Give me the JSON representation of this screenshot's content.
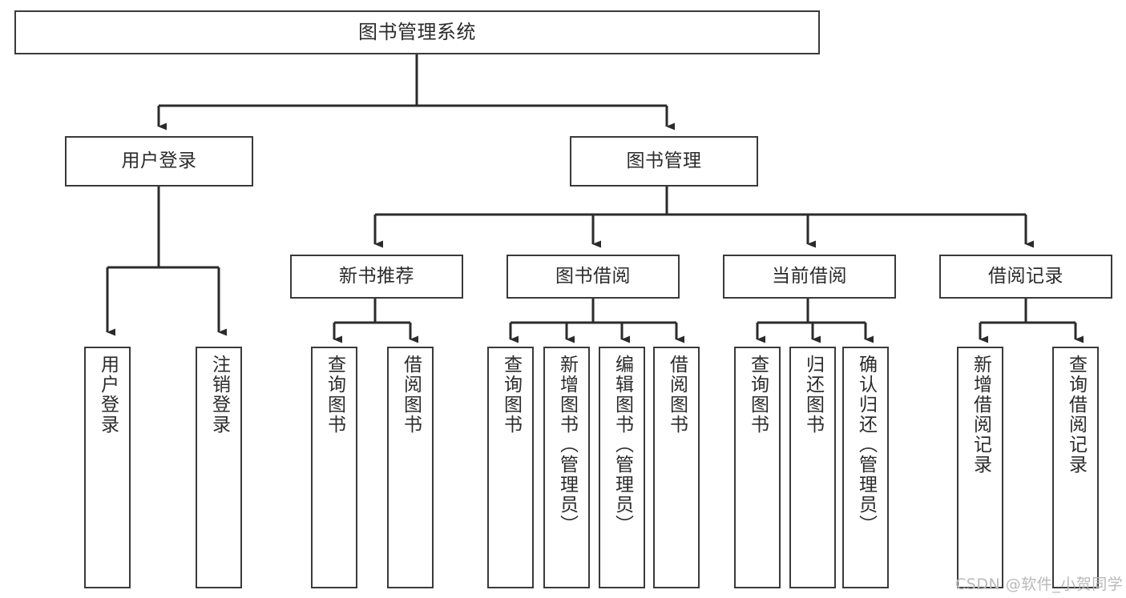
{
  "diagram": {
    "title": "图书管理系统",
    "type": "tree-hierarchy-chart",
    "watermark": "CSDN @软件_小贺同学",
    "colors": {
      "box_border": "#3a3a3a",
      "box_fill": "#ffffff",
      "text": "#2b2b2b",
      "connector": "#2b2b2b",
      "watermark": "#b9b9b9",
      "background": "#ffffff"
    }
  },
  "nodes": {
    "root": {
      "label": "图书管理系统"
    },
    "level2": [
      {
        "label": "用户登录"
      },
      {
        "label": "图书管理"
      }
    ],
    "level3": [
      {
        "label": "新书推荐"
      },
      {
        "label": "图书借阅"
      },
      {
        "label": "当前借阅"
      },
      {
        "label": "借阅记录"
      }
    ],
    "leaves": {
      "user_login": [
        {
          "label": "用户登录"
        },
        {
          "label": "注销登录"
        }
      ],
      "new_book": [
        {
          "label": "查询图书"
        },
        {
          "label": "借阅图书"
        }
      ],
      "book_borrow": [
        {
          "label": "查询图书"
        },
        {
          "label": "新增图书（管理员）"
        },
        {
          "label": "编辑图书（管理员）"
        },
        {
          "label": "借阅图书"
        }
      ],
      "current_borrow": [
        {
          "label": "查询图书"
        },
        {
          "label": "归还图书"
        },
        {
          "label": "确认归还（管理员）"
        }
      ],
      "borrow_record": [
        {
          "label": "新增借阅记录"
        },
        {
          "label": "查询借阅记录"
        }
      ]
    }
  }
}
